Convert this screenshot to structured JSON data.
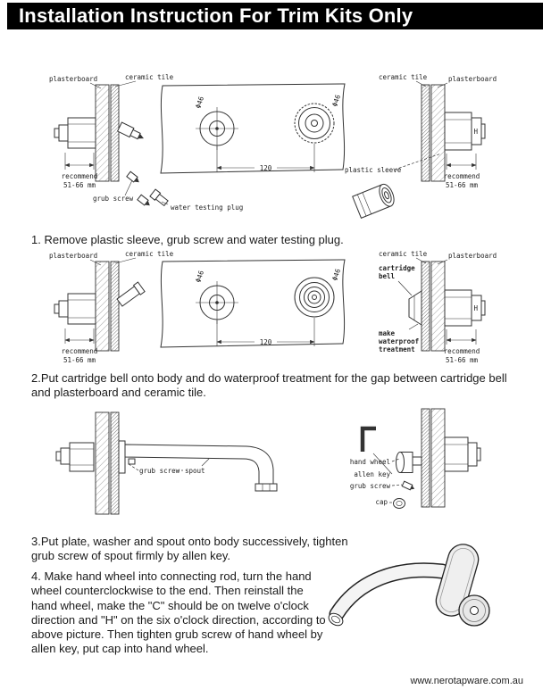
{
  "header": {
    "title": "Installation Instruction For Trim Kits Only"
  },
  "diagram1": {
    "left": {
      "plasterboard": "plasterboard",
      "ceramic_tile": "ceramic tile",
      "recommend": [
        "recommend",
        "51-66 mm"
      ],
      "grub_screw": "grub screw",
      "water_testing_plug": "water testing plug"
    },
    "center": {
      "dia_left": "Φ46",
      "dia_right": "Φ46",
      "dim": "120"
    },
    "right": {
      "ceramic_tile": "ceramic tile",
      "plasterboard": "plasterboard",
      "plastic_sleeve": "plastic sleeve",
      "h_mark": "H",
      "recommend": [
        "recommend",
        "51-66 mm"
      ]
    }
  },
  "diagram2": {
    "left": {
      "plasterboard": "plasterboard",
      "ceramic_tile": "ceramic tile",
      "recommend": [
        "recommend",
        "51-66 mm"
      ]
    },
    "center": {
      "dia_left": "Φ46",
      "dia_right": "Φ46",
      "dim": "120"
    },
    "right": {
      "ceramic_tile": "ceramic tile",
      "plasterboard": "plasterboard",
      "cartridge_bell": [
        "cartridge",
        "bell"
      ],
      "waterproof": [
        "make",
        "waterproof",
        "treatment"
      ],
      "h_mark": "H",
      "recommend": [
        "recommend",
        "51-66 mm"
      ]
    }
  },
  "diagram3": {
    "left": {
      "grub_screw": "grub screw",
      "spout": "spout"
    },
    "right": {
      "hand_wheel": "hand wheel",
      "allen_key": "allen key",
      "grub_screw": "grub screw",
      "cap": "cap"
    }
  },
  "steps": {
    "step1": "1. Remove plastic sleeve, grub screw and water testing plug.",
    "step2": "2.Put cartridge bell onto body and do waterproof treatment for the gap between cartridge bell and plasterboard and ceramic tile.",
    "step3": "3.Put plate, washer and spout onto body successively, tighten grub screw of spout firmly by allen key.",
    "step4": "4. Make hand wheel into connecting rod, turn the hand wheel counterclockwise to the end. Then reinstall the hand wheel, make the \"C\" should be on twelve o'clock direction and \"H\" on the six o'clock direction, according to above picture. Then tighten grub screw of hand wheel by allen key, put cap into hand wheel."
  },
  "footer": {
    "url": "www.nerotapware.com.au"
  }
}
